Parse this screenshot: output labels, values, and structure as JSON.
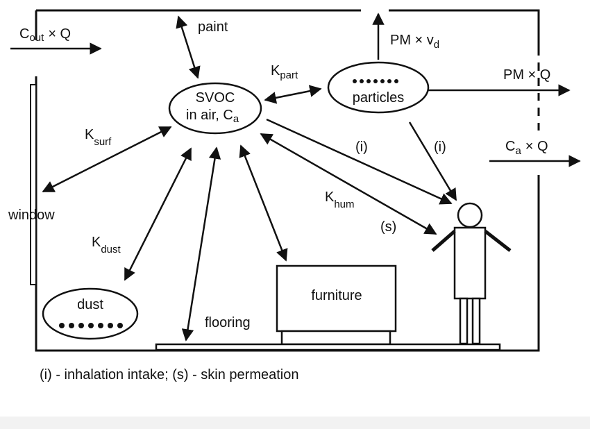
{
  "labels": {
    "c_out": "C",
    "c_out_sub": "out",
    "times_q": "× Q",
    "paint": "paint",
    "pm": "PM × v",
    "pm_sub": "d",
    "pm_q": "PM × Q",
    "k": "K",
    "part_sub": "part",
    "svoc_line1": "SVOC",
    "svoc_line2": "in air, C",
    "svoc_sub": "a",
    "particles": "particles",
    "surf_sub": "surf",
    "ca": "C",
    "ca_sub": "a",
    "ca_q": "× Q",
    "i1": "(i)",
    "i2": "(i)",
    "hum_sub": "hum",
    "s": "(s)",
    "window": "window",
    "dust_sub": "dust",
    "dust": "dust",
    "furniture": "furniture",
    "flooring": "flooring"
  },
  "caption": "(i) - inhalation intake; (s) - skin permeation"
}
